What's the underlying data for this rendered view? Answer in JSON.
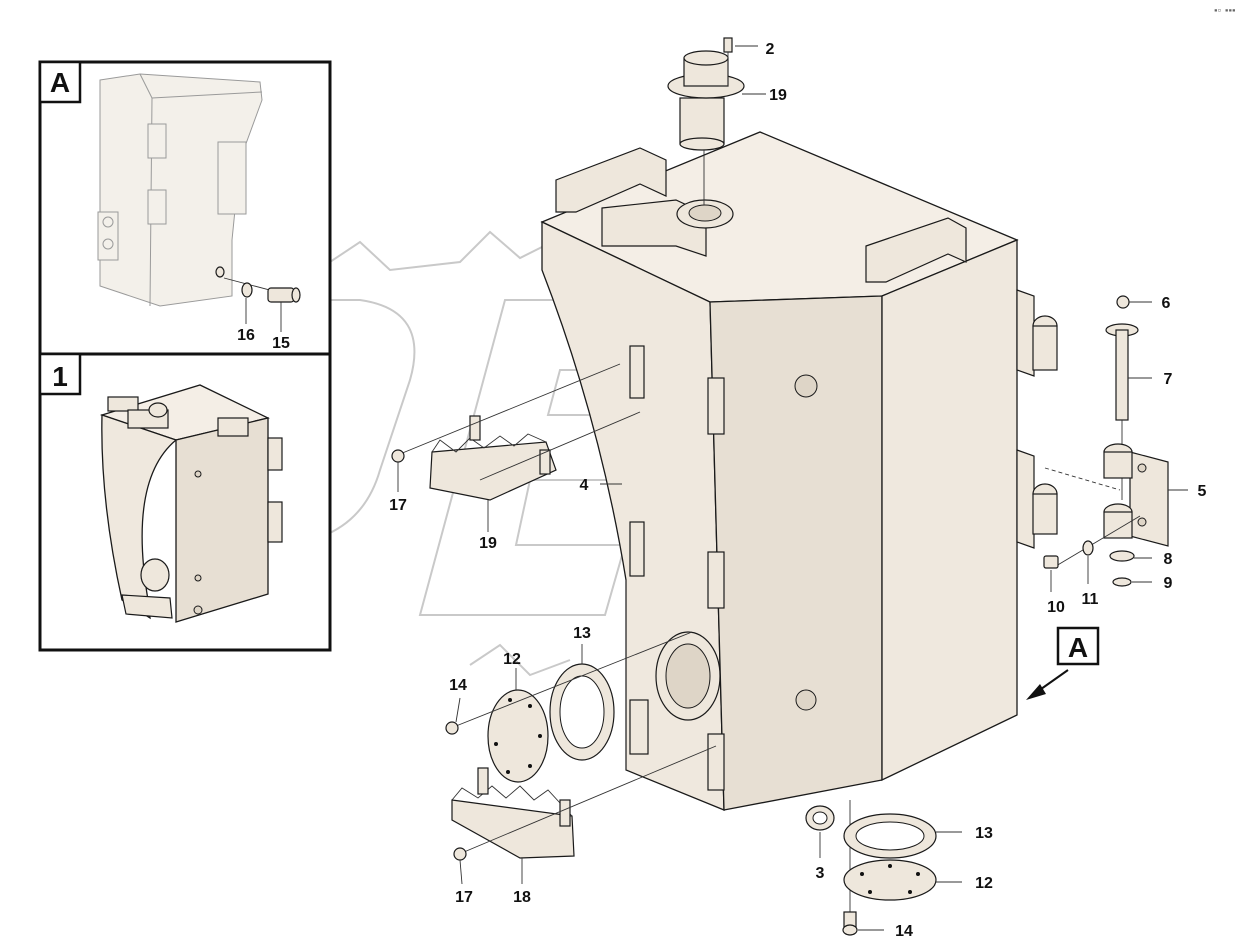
{
  "corner_mark": "▪▫ ▪▪▪",
  "inset_a": {
    "label": "A",
    "callouts": [
      "16",
      "15"
    ]
  },
  "inset_1": {
    "label": "1"
  },
  "view_a_marker": "A",
  "callouts": {
    "c2": "2",
    "c19top": "19",
    "c6": "6",
    "c7": "7",
    "c5": "5",
    "c8": "8",
    "c9": "9",
    "c10": "10",
    "c11": "11",
    "c4": "4",
    "c17a": "17",
    "c19b": "19",
    "c13a": "13",
    "c12a": "12",
    "c14a": "14",
    "c17b": "17",
    "c18": "18",
    "c3": "3",
    "c13b": "13",
    "c12b": "12",
    "c14b": "14"
  },
  "colors": {
    "line": "#1a1a1a",
    "fill": "#efe8de",
    "watermark": "#c9c9c9"
  }
}
